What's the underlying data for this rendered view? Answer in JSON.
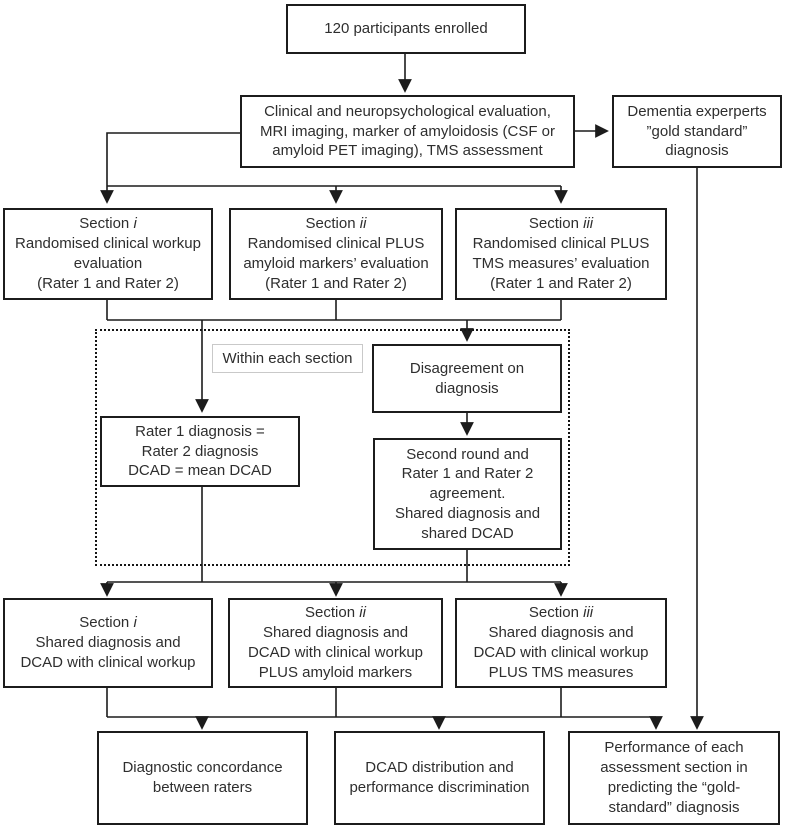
{
  "figure": {
    "kind": "study-flowchart",
    "nodes": {
      "enrolled": {
        "text": "120 participants enrolled"
      },
      "evaluation": {
        "text": "Clinical and neuropsychological evaluation,\nMRI imaging, marker of amyloidosis (CSF or\namyloid PET imaging), TMS assessment"
      },
      "gold_standard": {
        "text": "Dementia experperts\n”gold standard”\ndiagnosis"
      },
      "section_i": {
        "title_prefix": "Section",
        "title_italic": "i",
        "body": "Randomised clinical workup\nevaluation\n(Rater 1 and Rater 2)"
      },
      "section_ii": {
        "title_prefix": "Section",
        "title_italic": "ii",
        "body": "Randomised clinical PLUS\namyloid markers’ evaluation\n(Rater 1 and Rater 2)"
      },
      "section_iii": {
        "title_prefix": "Section",
        "title_italic": "iii",
        "body": "Randomised clinical PLUS\nTMS measures’ evaluation\n(Rater 1 and Rater 2)"
      },
      "within_label": {
        "text": "Within each section"
      },
      "disagreement": {
        "text": "Disagreement on\ndiagnosis"
      },
      "agreement": {
        "text": "Rater 1 diagnosis =\nRater 2 diagnosis\nDCAD = mean DCAD"
      },
      "second_round": {
        "text": "Second round and\nRater 1 and Rater 2\nagreement.\nShared diagnosis and\nshared DCAD"
      },
      "shared_i": {
        "title_prefix": "Section",
        "title_italic": "i",
        "body": "Shared diagnosis and\nDCAD with clinical workup"
      },
      "shared_ii": {
        "title_prefix": "Section",
        "title_italic": "ii",
        "body": "Shared diagnosis and\nDCAD with clinical workup\nPLUS amyloid markers"
      },
      "shared_iii": {
        "title_prefix": "Section",
        "title_italic": "iii",
        "body": "Shared diagnosis and\nDCAD with clinical workup\nPLUS TMS measures"
      },
      "concordance": {
        "text": "Diagnostic concordance\nbetween raters"
      },
      "dcad_distribution": {
        "text": "DCAD distribution and\nperformance discrimination"
      },
      "performance": {
        "text": "Performance of each\nassessment section in\npredicting the “gold-\nstandard” diagnosis"
      }
    },
    "colors": {
      "box_border": "#1c1c1c",
      "line": "#1c1c1c",
      "text": "#2e2e2e",
      "label_border": "#c9c9c9",
      "background": "#ffffff"
    }
  }
}
